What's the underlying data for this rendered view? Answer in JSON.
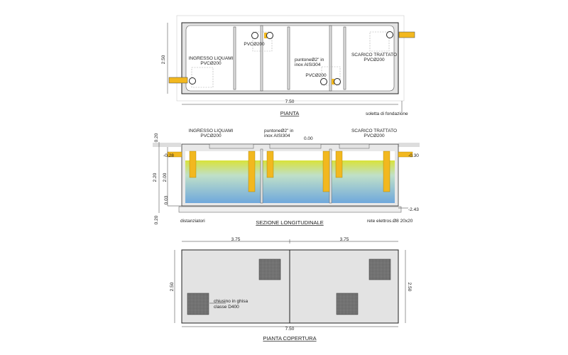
{
  "plan": {
    "title": "PIANTA",
    "width_dim": "7.50",
    "height_dim": "2.50",
    "inlet_label": "INGRESSO LIQUAMI",
    "inlet_pipe": "PVCØ200",
    "pipe_1": "PVCØ200",
    "pipe_2": "PVCØ200",
    "strut_1": "puntoneØ2\" in",
    "strut_2": "inox AISI304",
    "outlet_label": "SCARICO TRATTATO",
    "outlet_pipe": "PVCØ200",
    "foundation": "soletta di fondazione"
  },
  "section": {
    "title": "SEZIONE LONGITUDINALE",
    "inlet_label": "INGRESSO LIQUAMI",
    "inlet_pipe": "PVCØ200",
    "strut_1": "puntoneØ2\" in",
    "strut_2": "inox AISI304",
    "outlet_label": "SCARICO TRATTATO",
    "outlet_pipe": "PVCØ200",
    "level_top": "0.00",
    "level_in": "-0.28",
    "level_out": "-0.30",
    "level_bottom": "-2.43",
    "dim_slab": "0.20",
    "dim_total": "2.20",
    "dim_inner": "2.00",
    "dim_floor": "0.03",
    "dim_base": "0.20",
    "spacers": "distanziatori",
    "mesh": "rete elettros.Ø8 20x20",
    "colors": {
      "water_top": "#d9e23a",
      "water_bottom": "#6fa8dc",
      "pipe": "#f2b81f"
    }
  },
  "cover": {
    "title": "PIANTA COPERTURA",
    "half_dim_left": "3.75",
    "half_dim_right": "3.75",
    "width_dim": "7.50",
    "height_dim_left": "2.50",
    "height_dim_right": "2.50",
    "manhole_label_1": "chiusino in ghisa",
    "manhole_label_2": "classe D400"
  }
}
